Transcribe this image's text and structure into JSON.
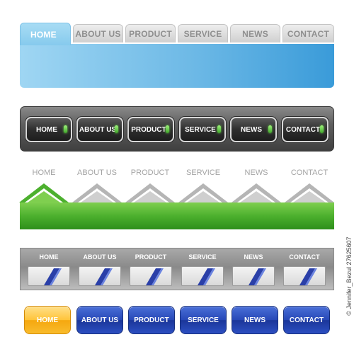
{
  "nav_tabs": {
    "items": [
      "HOME",
      "ABOUT US",
      "PRODUCT",
      "SERVICE",
      "NEWS",
      "CONTACT"
    ],
    "active_index": 0
  },
  "nav_dark": {
    "items": [
      "HOME",
      "ABOUT US",
      "PRODUCT",
      "SERVICE",
      "NEWS",
      "CONTACT"
    ]
  },
  "nav_roof": {
    "items": [
      "HOME",
      "ABOUT US",
      "PRODUCT",
      "SERVICE",
      "NEWS",
      "CONTACT"
    ],
    "active_index": 0
  },
  "nav_silver": {
    "items": [
      "HOME",
      "ABOUT US",
      "PRODUCT",
      "SERVICE",
      "NEWS",
      "CONTACT"
    ]
  },
  "nav_glossy": {
    "items": [
      "HOME",
      "ABOUT US",
      "PRODUCT",
      "SERVICE",
      "NEWS",
      "CONTACT"
    ],
    "active_index": 0
  },
  "colors": {
    "tab_active": "#8fd0f0",
    "panel_blue": "#3a9bd9",
    "dark_bar": "#3f3f3f",
    "led_green": "#5ccf3a",
    "roof_green": "#4cb02e",
    "silver": "#a9a9a9",
    "glossy_blue": "#2748b7",
    "glossy_orange": "#ffc43a"
  },
  "watermark": {
    "id_text": "© Jennifer_Bezul 27625607"
  }
}
